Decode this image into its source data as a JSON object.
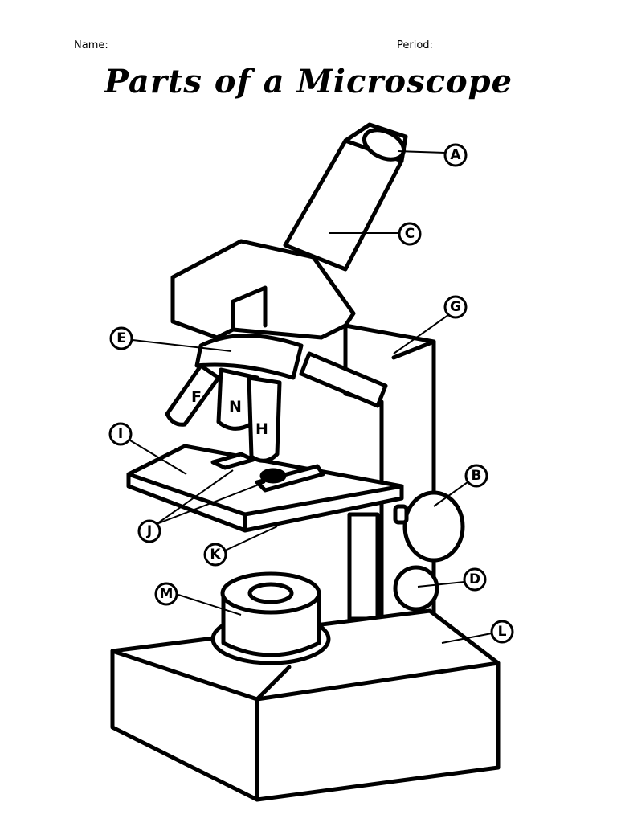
{
  "header": {
    "name_label": "Name:",
    "period_label": "Period:"
  },
  "title": "Parts of a Microscope",
  "labels": {
    "A": "A",
    "B": "B",
    "C": "C",
    "D": "D",
    "E": "E",
    "G": "G",
    "I": "I",
    "J": "J",
    "K": "K",
    "L": "L",
    "M": "M"
  },
  "part_marks": {
    "F": "F",
    "N": "N",
    "H": "H"
  }
}
